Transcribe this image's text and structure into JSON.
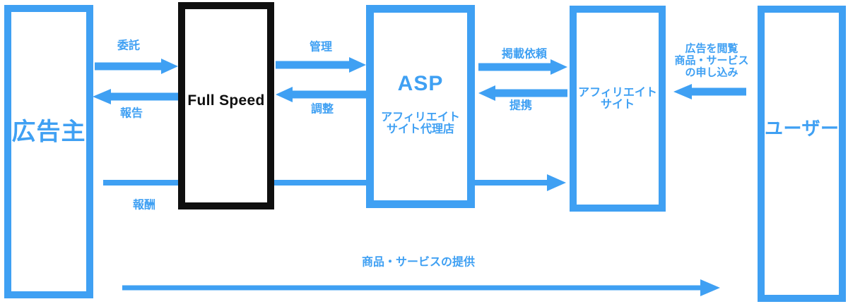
{
  "colors": {
    "accent": "#3FA0F3",
    "ink": "#0f0f0f",
    "background": "#ffffff"
  },
  "nodes": {
    "advertiser": {
      "label": "広告主"
    },
    "fullspeed": {
      "label": "Full Speed"
    },
    "asp": {
      "title": "ASP",
      "subtitle_line1": "アフィリエイト",
      "subtitle_line2": "サイト代理店"
    },
    "affiliate_site": {
      "label_line1": "アフィリエイト",
      "label_line2": "サイト"
    },
    "user": {
      "label": "ユーザー"
    }
  },
  "edges": {
    "entrust": {
      "label": "委託",
      "from": "広告主",
      "to": "Full Speed"
    },
    "report": {
      "label": "報告",
      "from": "Full Speed",
      "to": "広告主"
    },
    "manage": {
      "label": "管理",
      "from": "Full Speed",
      "to": "ASP"
    },
    "adjust": {
      "label": "調整",
      "from": "ASP",
      "to": "Full Speed"
    },
    "posting_request": {
      "label": "掲載依頼",
      "from": "ASP",
      "to": "アフィリエイトサイト"
    },
    "partnership": {
      "label": "提携",
      "from": "アフィリエイトサイト",
      "to": "ASP"
    },
    "user_action": {
      "line1": "広告を閲覧",
      "line2": "商品・サービス",
      "line3": "の申し込み",
      "from": "ユーザー",
      "to": "アフィリエイトサイト"
    },
    "reward": {
      "label": "報酬",
      "from": "広告主",
      "to": "アフィリエイトサイト"
    },
    "provide": {
      "label": "商品・サービスの提供",
      "from": "広告主",
      "to": "ユーザー"
    }
  }
}
